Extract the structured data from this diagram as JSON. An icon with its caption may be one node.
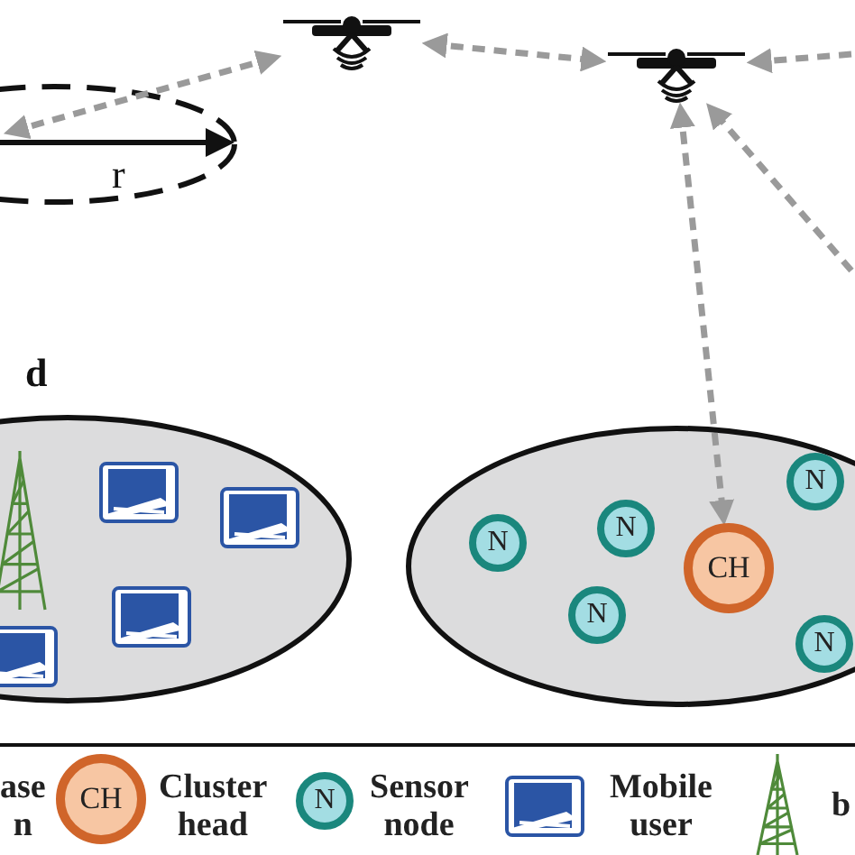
{
  "diagram": {
    "nodes": [
      {
        "text": [],
        "shape": "picture"
      },
      {
        "text": [],
        "shape": "picture"
      },
      {
        "text": [],
        "shape": "ellipse"
      },
      {
        "text": [],
        "shape": "picture",
        "in": 2
      },
      {
        "text": [],
        "shape": "picture",
        "in": 2
      },
      {
        "text": [],
        "shape": "picture",
        "in": 2
      },
      {
        "text": [],
        "shape": "picture",
        "in": 2
      },
      {
        "text": [],
        "shape": "picture",
        "in": 2
      },
      {
        "text": [],
        "shape": "ellipse"
      },
      {
        "text": [
          "N"
        ],
        "in": 8
      },
      {
        "text": [
          "N"
        ],
        "in": 8
      },
      {
        "text": [
          "N"
        ],
        "in": 8
      },
      {
        "text": [
          "CH"
        ],
        "in": 8
      },
      {
        "text": [
          "N"
        ],
        "in": 8
      },
      {
        "text": [
          "N"
        ],
        "in": 8
      }
    ],
    "edges": [
      {
        "from": null,
        "to": 0,
        "arrow": "both",
        "style": "dashed"
      },
      {
        "from": 0,
        "to": 1,
        "arrow": "both",
        "style": "dashed"
      },
      {
        "from": null,
        "to": 1,
        "arrow": "to",
        "style": "dashed"
      },
      {
        "from": 1,
        "to": 12,
        "arrow": "both",
        "style": "dashed"
      },
      {
        "from": null,
        "to": 1,
        "arrow": "to",
        "style": "dashed"
      }
    ],
    "labels": [
      "r",
      "d",
      "CH",
      "N"
    ],
    "legend": [
      {
        "text": "ase n"
      },
      {
        "text": "Cluster head"
      },
      {
        "text": "Sensor node"
      },
      {
        "text": "Mobile user"
      },
      {
        "text": "b"
      }
    ]
  }
}
